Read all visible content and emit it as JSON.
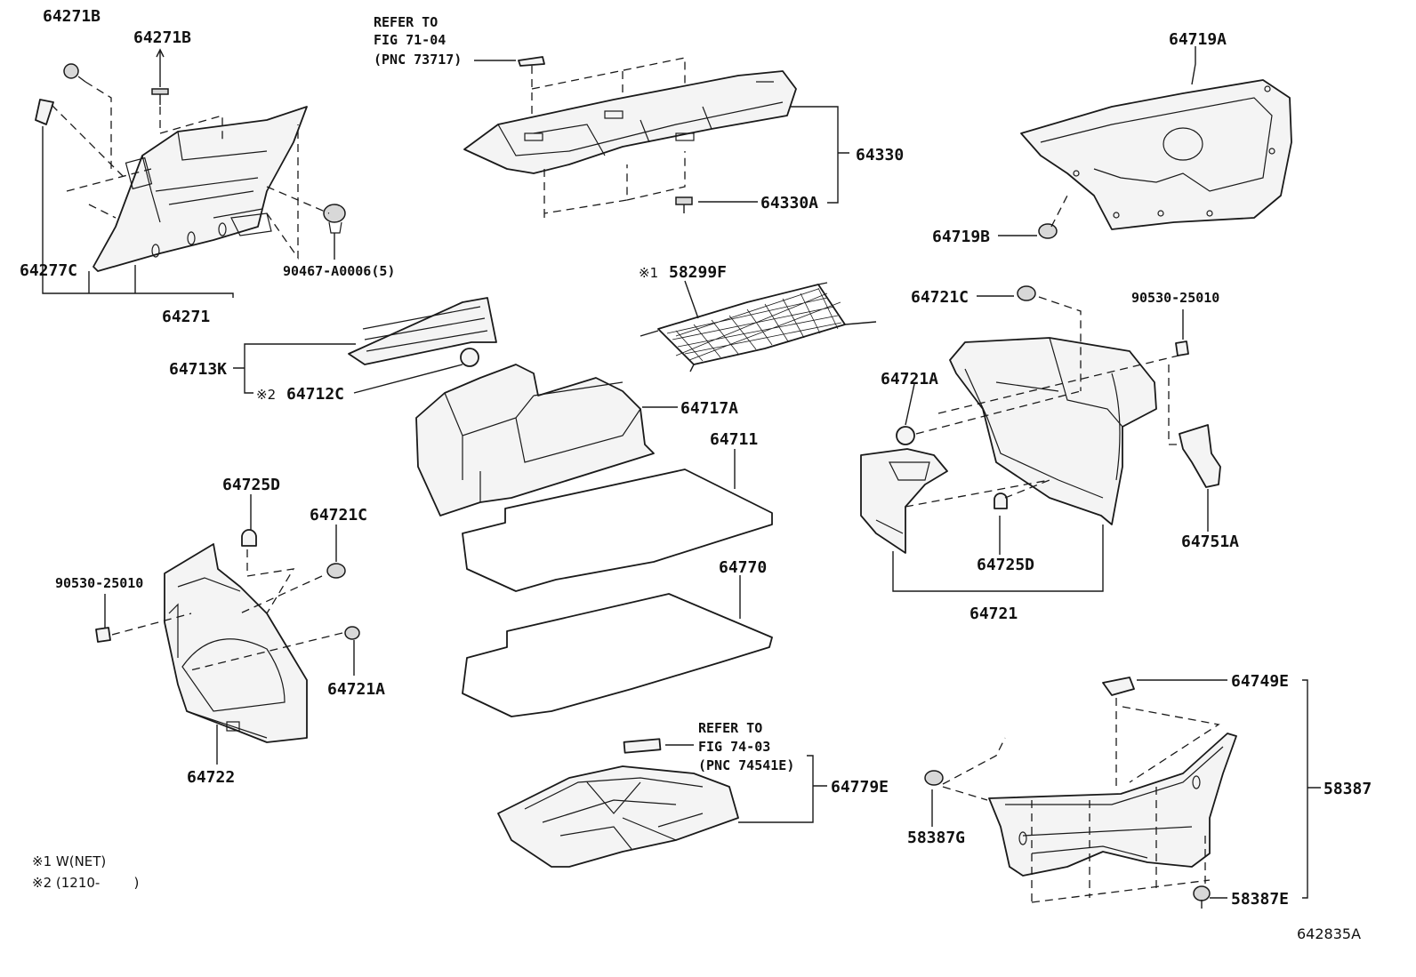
{
  "labels": {
    "p64271B_a": "64271B",
    "p64271B_b": "64271B",
    "p64277C": "64277C",
    "p64271": "64271",
    "p90467": "90467-A0006(5)",
    "refer1_l1": "REFER TO",
    "refer1_l2": "FIG 71-04",
    "refer1_l3": "(PNC 73717)",
    "p64330": "64330",
    "p64330A": "64330A",
    "p64719A": "64719A",
    "p64719B": "64719B",
    "p58299F_mark": "※1",
    "p58299F": "58299F",
    "p64721C_r": "64721C",
    "p90530_r": "90530-25010",
    "p64713K": "64713K",
    "p64712C_mark": "※2",
    "p64712C": "64712C",
    "p64717A": "64717A",
    "p64721A_r": "64721A",
    "p64711": "64711",
    "p64725D_l": "64725D",
    "p64721C_l": "64721C",
    "p90530_l": "90530-25010",
    "p64770": "64770",
    "p64751A": "64751A",
    "p64725D_r": "64725D",
    "p64721": "64721",
    "p64721A_l": "64721A",
    "p64722": "64722",
    "p64749E": "64749E",
    "refer2_l1": "REFER TO",
    "refer2_l2": "FIG 74-03",
    "refer2_l3": "(PNC 74541E)",
    "p64779E": "64779E",
    "p58387": "58387",
    "p58387G": "58387G",
    "p58387E": "58387E"
  },
  "notes": {
    "n1": "※1 W(NET)",
    "n2": "※2 (1210-        )"
  },
  "figure_code": "642835A"
}
